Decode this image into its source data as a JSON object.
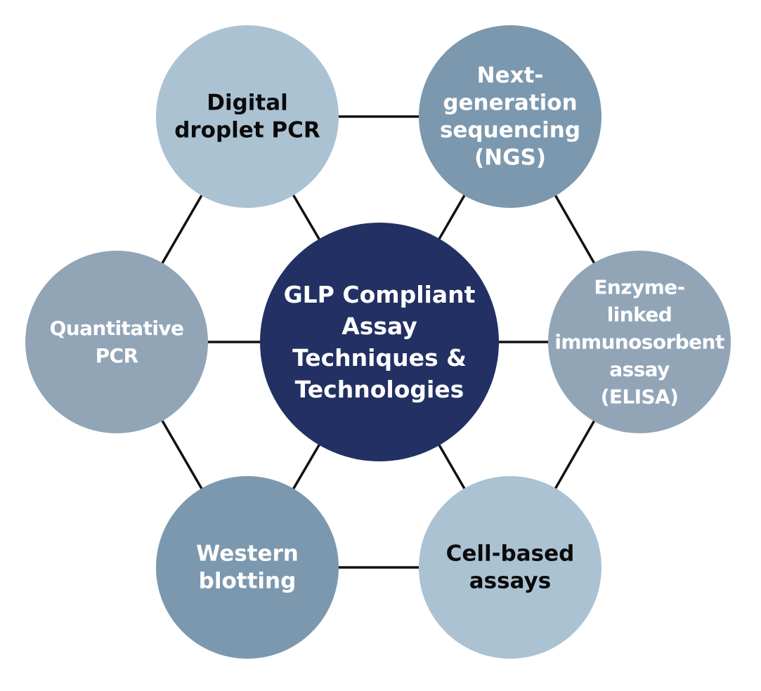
{
  "diagram": {
    "center": {
      "lines": [
        "GLP Compliant",
        "Assay",
        "Techniques &",
        "Technologies"
      ],
      "fill": "#223063",
      "text_color": "#ffffff"
    },
    "nodes": [
      {
        "id": "digital-droplet-pcr",
        "lines": [
          "Digital",
          "droplet PCR"
        ],
        "fill": "#abc2d3",
        "text_color": "#0a0a0a"
      },
      {
        "id": "next-generation-sequencing",
        "lines": [
          "Next-",
          "generation",
          "sequencing",
          "(NGS)"
        ],
        "fill": "#7b98ae",
        "text_color": "#ffffff"
      },
      {
        "id": "elisa",
        "lines": [
          "Enzyme-",
          "linked",
          "immunosorbent",
          "assay",
          "(ELISA)"
        ],
        "fill": "#91a5b7",
        "text_color": "#ffffff"
      },
      {
        "id": "cell-based-assays",
        "lines": [
          "Cell-based",
          "assays"
        ],
        "fill": "#abc2d3",
        "text_color": "#0a0a0a"
      },
      {
        "id": "western-blotting",
        "lines": [
          "Western",
          "blotting"
        ],
        "fill": "#7b98ae",
        "text_color": "#ffffff"
      },
      {
        "id": "quantitative-pcr",
        "lines": [
          "Quantitative",
          "PCR"
        ],
        "fill": "#91a5b7",
        "text_color": "#ffffff"
      }
    ],
    "edges": [
      [
        "digital-droplet-pcr",
        "next-generation-sequencing"
      ],
      [
        "next-generation-sequencing",
        "elisa"
      ],
      [
        "elisa",
        "cell-based-assays"
      ],
      [
        "cell-based-assays",
        "western-blotting"
      ],
      [
        "western-blotting",
        "quantitative-pcr"
      ],
      [
        "quantitative-pcr",
        "digital-droplet-pcr"
      ],
      [
        "center",
        "digital-droplet-pcr"
      ],
      [
        "center",
        "next-generation-sequencing"
      ],
      [
        "center",
        "elisa"
      ],
      [
        "center",
        "cell-based-assays"
      ],
      [
        "center",
        "western-blotting"
      ],
      [
        "center",
        "quantitative-pcr"
      ]
    ],
    "line_color": "#111111"
  }
}
